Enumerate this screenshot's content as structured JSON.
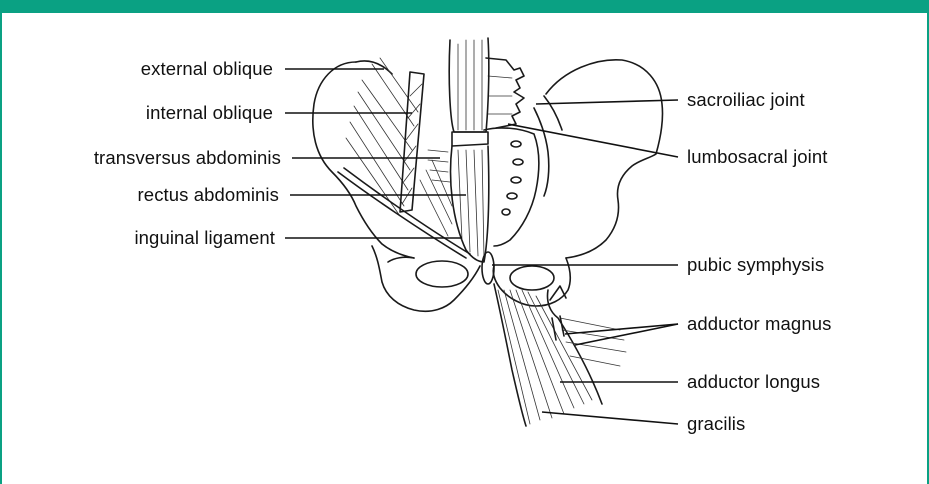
{
  "colors": {
    "accent": "#0aa183",
    "ink": "#111111",
    "background": "#ffffff"
  },
  "labels": {
    "external_oblique": "external oblique",
    "internal_oblique": "internal oblique",
    "transversus_abdominis": "transversus abdominis",
    "rectus_abdominis": "rectus abdominis",
    "inguinal_ligament": "inguinal ligament",
    "sacroiliac_joint": "sacroiliac joint",
    "lumbosacral_joint": "lumbosacral joint",
    "pubic_symphysis": "pubic symphysis",
    "adductor_magnus": "adductor magnus",
    "adductor_longus": "adductor longus",
    "gracilis": "gracilis"
  }
}
